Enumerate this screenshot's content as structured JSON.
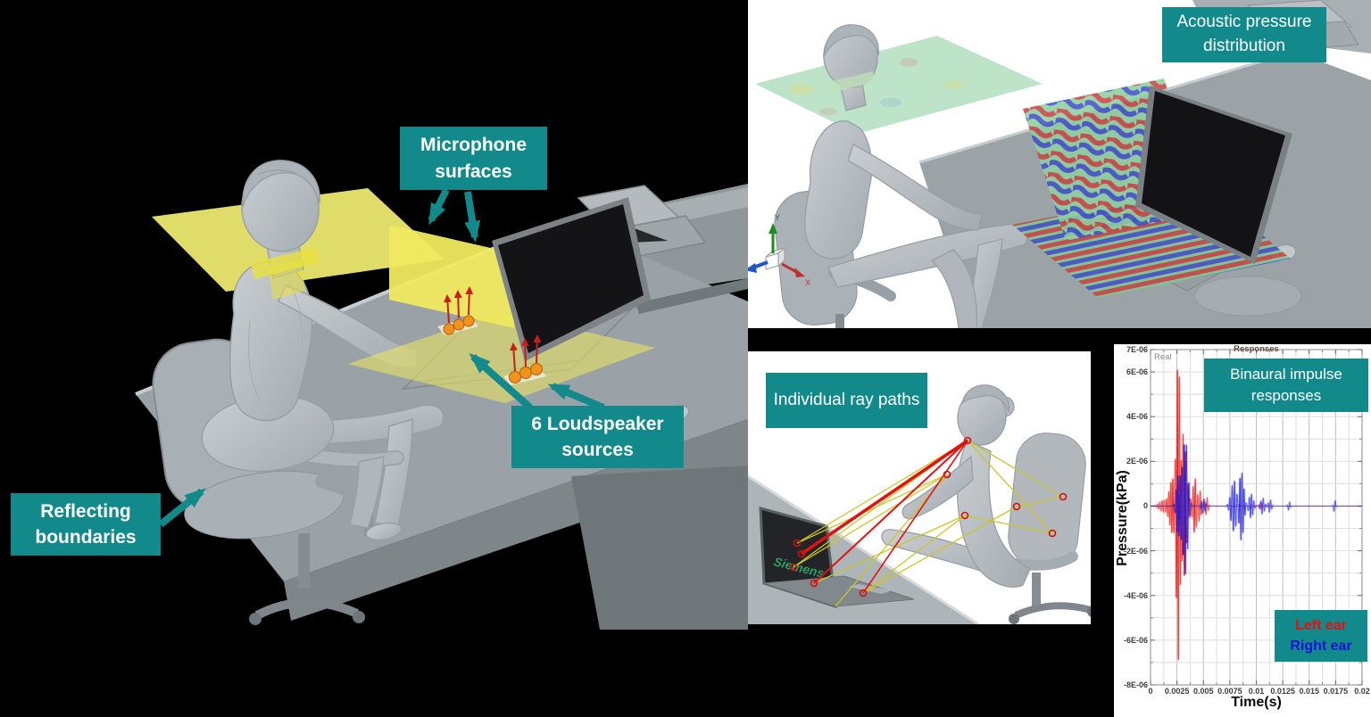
{
  "colors": {
    "background": "#000000",
    "label_teal": "#12898b",
    "label_text": "#ffffff",
    "microphone_surface_yellow": "#efe95f",
    "loudspeaker_orange": "#f0921e",
    "source_arrow_red": "#c81e1e",
    "ray_yellow": "#cdc52c",
    "ray_red": "#e01212",
    "left_ear_red": "#e8100c",
    "right_ear_blue": "#1414d8",
    "pressure_positive_red": "#c84444",
    "pressure_negative_blue": "#4450c8",
    "pressure_plane_green": "#8fcf9f"
  },
  "left_panel": {
    "labels": {
      "microphone_surfaces": {
        "line1": "Microphone",
        "line2": "surfaces"
      },
      "loudspeaker_sources": {
        "line1": "6 Loudspeaker",
        "line2": "sources"
      },
      "reflecting_boundaries": {
        "line1": "Reflecting",
        "line2": "boundaries"
      }
    }
  },
  "pressure_panel": {
    "label": {
      "line1": "Acoustic pressure",
      "line2": "distribution"
    },
    "triad": {
      "x": "X",
      "y": "Y"
    }
  },
  "ray_panel": {
    "label": "Individual ray paths",
    "screen_logo": "Siemens"
  },
  "chart_panel": {
    "label": {
      "line1": "Binaural impulse",
      "line2": "responses"
    },
    "legend_left": "Left ear",
    "legend_right": "Right ear"
  },
  "chart_data": {
    "type": "line",
    "title": "Responses",
    "legend": "Real",
    "xlabel": "Time(s)",
    "ylabel": "Pressure(kPa)",
    "xlim": [
      0,
      0.02
    ],
    "ylim": [
      -8e-06,
      7e-06
    ],
    "x_ticks": [
      0,
      0.0025,
      0.005,
      0.0075,
      0.01,
      0.0125,
      0.015,
      0.0175,
      0.02
    ],
    "x_tick_labels": [
      "0",
      "0.0025",
      "0.005",
      "0.0075",
      "0.01",
      "0.0125",
      "0.015",
      "0.0175",
      "0.02"
    ],
    "y_ticks": [
      7e-06,
      6e-06,
      4e-06,
      2e-06,
      0,
      -2e-06,
      -4e-06,
      -6e-06,
      -8e-06
    ],
    "y_tick_labels": [
      "7E-06",
      "6E-06",
      "4E-06",
      "2E-06",
      "0",
      "-2E-06",
      "-4E-06",
      "-6E-06",
      "-8E-06"
    ],
    "grid": {
      "x_step": 0.00125,
      "y_step": 1e-06
    },
    "amplitude_unit": "1e-6 kPa",
    "series": [
      {
        "name": "Left ear",
        "color": "#e8100c",
        "bursts": [
          {
            "c": 0.00268,
            "hw": 0.0003,
            "peak": 7.6,
            "f": 5100
          },
          {
            "c": 0.00305,
            "hw": 0.00045,
            "peak": 3.2,
            "f": 4200,
            "ph": 1.2
          },
          {
            "c": 0.00205,
            "hw": 0.00035,
            "peak": 1.2,
            "f": 5400
          },
          {
            "c": 0.00125,
            "hw": 0.0006,
            "peak": 0.28,
            "f": 4600
          },
          {
            "c": 0.0042,
            "hw": 0.00028,
            "peak": 1.25,
            "f": 4700,
            "ph": 0.5
          },
          {
            "c": 0.00465,
            "hw": 0.00018,
            "peak": 0.7,
            "f": 5200
          },
          {
            "c": 0.0053,
            "hw": 0.0002,
            "peak": 0.42,
            "f": 4300
          },
          {
            "c": 0.0104,
            "hw": 0.00018,
            "peak": 0.18,
            "f": 4100
          }
        ]
      },
      {
        "name": "Right ear",
        "color": "#1414d8",
        "bursts": [
          {
            "c": 0.00298,
            "hw": 0.0004,
            "peak": 1.6,
            "f": 5000,
            "ph": 0.8
          },
          {
            "c": 0.00335,
            "hw": 0.0003,
            "peak": 2.3,
            "f": 4400
          },
          {
            "c": 0.00255,
            "hw": 0.0002,
            "peak": 0.8,
            "f": 5600
          },
          {
            "c": 0.005,
            "hw": 0.00025,
            "peak": 0.35,
            "f": 4600
          },
          {
            "c": 0.0079,
            "hw": 0.0004,
            "peak": 1.15,
            "f": 4300,
            "ph": 0.3
          },
          {
            "c": 0.0086,
            "hw": 0.0003,
            "peak": 1.5,
            "f": 5100
          },
          {
            "c": 0.0095,
            "hw": 0.0003,
            "peak": 0.55,
            "f": 4500
          },
          {
            "c": 0.0106,
            "hw": 0.00025,
            "peak": 0.38,
            "f": 4200
          },
          {
            "c": 0.0113,
            "hw": 0.0002,
            "peak": 0.3,
            "f": 4300
          },
          {
            "c": 0.0131,
            "hw": 0.00015,
            "peak": 0.22,
            "f": 4000
          },
          {
            "c": 0.0174,
            "hw": 0.00013,
            "peak": 0.3,
            "f": 3900
          }
        ]
      }
    ]
  }
}
